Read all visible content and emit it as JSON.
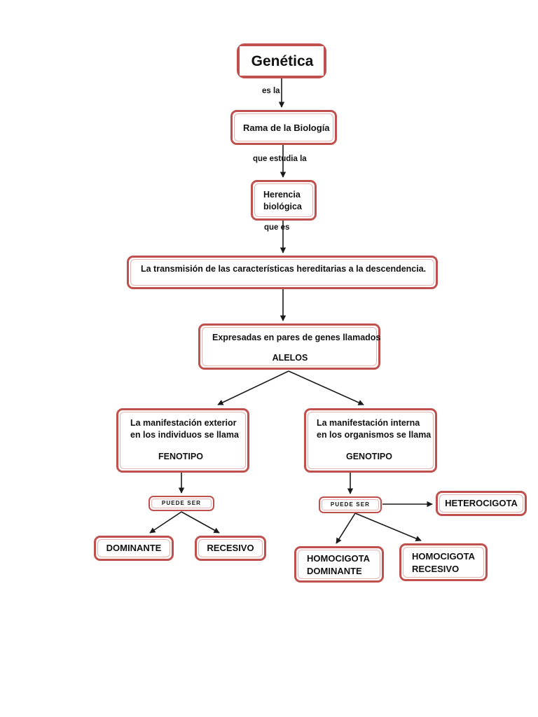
{
  "diagram": {
    "title": "Genética",
    "nodes": {
      "title": {
        "label": "Genética"
      },
      "rama": {
        "label": "Rama de la Biología"
      },
      "herencia": {
        "line1": "Herencia",
        "line2": "biológica"
      },
      "transmision": {
        "label": "La transmisión de las características hereditarias  a la descendencia."
      },
      "alelos": {
        "line1": "Expresadas en pares de genes llamados",
        "line2": "ALELOS"
      },
      "fenotipo": {
        "line1": "La manifestación exterior",
        "line2": "en los individuos se llama",
        "line3": "FENOTIPO"
      },
      "genotipo": {
        "line1": "La manifestación interna",
        "line2": "en los organismos se llama",
        "line3": "GENOTIPO"
      },
      "puede_ser_left": {
        "label": "PUEDE SER"
      },
      "puede_ser_right": {
        "label": "PUEDE SER"
      },
      "dominante": {
        "label": "DOMINANTE"
      },
      "recesivo": {
        "label": "RECESIVO"
      },
      "heterocigota": {
        "label": "HETEROCIGOTA"
      },
      "homocigota_dominante": {
        "line1": "HOMOCIGOTA",
        "line2": "DOMINANTE"
      },
      "homocigota_recesivo": {
        "line1": "HOMOCIGOTA",
        "line2": "RECESIVO"
      }
    },
    "edge_labels": {
      "es_la": "es    la",
      "que_estudia_la": "que  estudia la",
      "que_es": "que es"
    },
    "colors": {
      "border": "#c0504d",
      "border_inner": "#e3b3b1",
      "connector": "#1a1a1a",
      "background": "#ffffff",
      "text": "#111111"
    }
  }
}
